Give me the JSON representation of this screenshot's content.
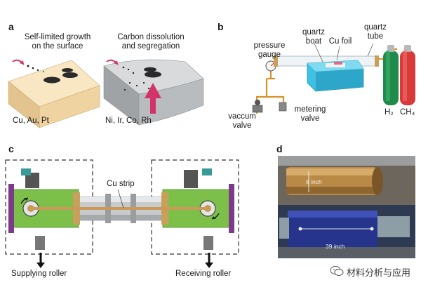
{
  "panels": {
    "a": {
      "label": "a",
      "left_title_l1": "Self-limited growth",
      "left_title_l2": "on the surface",
      "right_title_l1": "Carbon dissolution",
      "right_title_l2": "and segregation",
      "left_metals": "Cu, Au, Pt",
      "right_metals": "Ni, Ir, Co, Rh"
    },
    "b": {
      "label": "b",
      "pressure_l1": "pressure",
      "pressure_l2": "gauge",
      "quartz_boat_l1": "quartz",
      "quartz_boat_l2": "boat",
      "cu_foil": "Cu foil",
      "quartz_tube_l1": "quartz",
      "quartz_tube_l2": "tube",
      "vaccum_l1": "vaccum",
      "vaccum_l2": "valve",
      "metering_l1": "metering",
      "metering_l2": "valve",
      "h2": "H₂",
      "ch4": "CH₄"
    },
    "c": {
      "label": "c",
      "cu_strip": "Cu strip",
      "supplying": "Supplying roller",
      "receiving": "Receiving roller"
    },
    "d": {
      "label": "d",
      "dim1": "8 inch",
      "dim2": "39 inch"
    }
  },
  "watermark": {
    "text": "材料分析与应用"
  },
  "colors": {
    "tan_block": "#f2d9a8",
    "grey_block": "#b9bcbe",
    "pink_arrow": "#d2346a",
    "cyan_boat": "#3ec2e4",
    "green_cyl": "#1f8a4a",
    "red_cyl": "#d83a3a",
    "green_chamber": "#7cc04a",
    "purple_flange": "#7c3a8a",
    "blue_tube": "#26348c",
    "copper_tube": "#b98a46"
  }
}
